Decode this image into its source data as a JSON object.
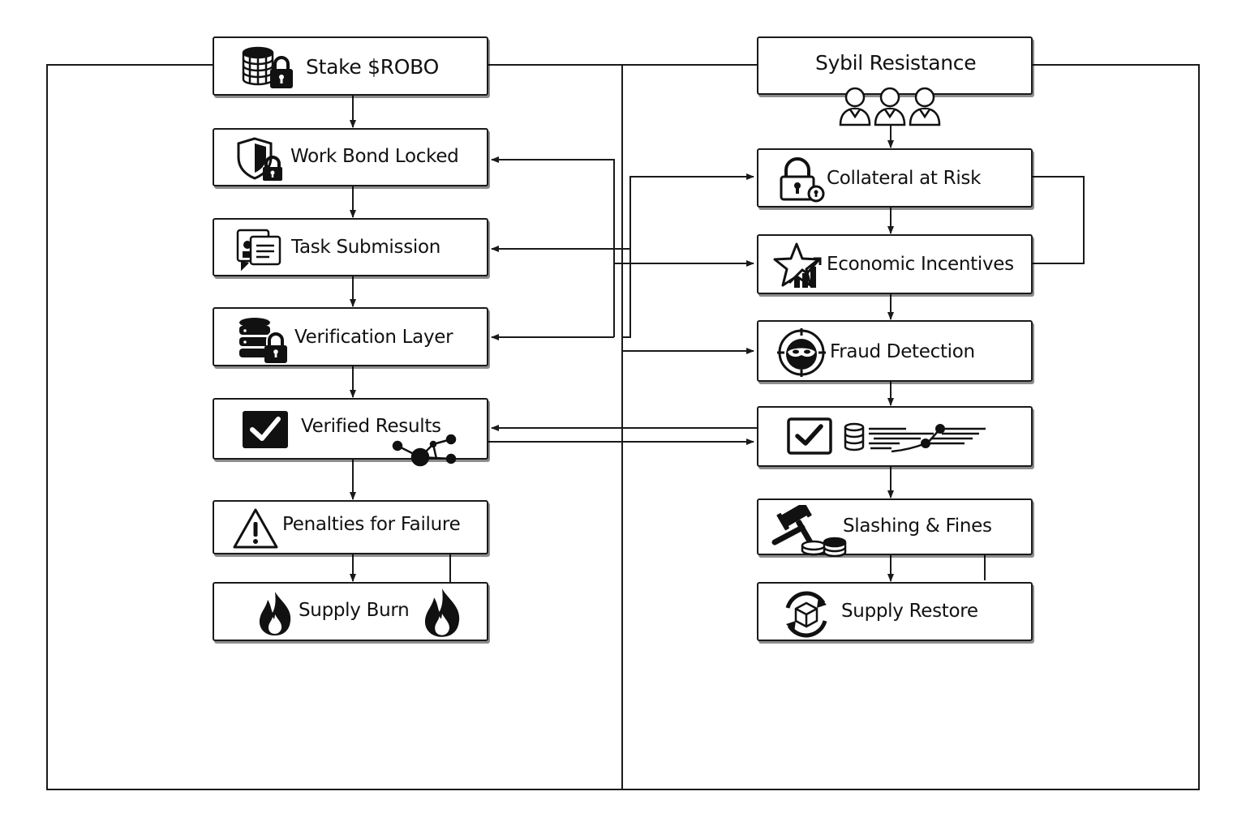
{
  "left_flow": {
    "stake": "Stake $ROBO",
    "work_bond": "Work Bond Locked",
    "task_submission": "Task Submission",
    "verification_layer": "Verification Layer",
    "verified_results": "Verified Results",
    "penalties": "Penalties for Failure",
    "supply_burn": "Supply Burn"
  },
  "right_flow": {
    "sybil": "Sybil Resistance",
    "collateral": "Collateral at Risk",
    "incentives": "Economic Incentives",
    "fraud": "Fraud Detection",
    "verification_ledger": "",
    "slashing": "Slashing & Fines",
    "supply_restore": "Supply Restore"
  },
  "icons": {
    "stake": "coin-stack-lock-icon",
    "work_bond": "shield-lock-icon",
    "task_submission": "document-card-icon",
    "verification_layer": "database-lock-icon",
    "verified_results": "checkbox-network-icon",
    "penalties": "warning-triangle-icon",
    "supply_burn": "flame-icon",
    "sybil": "three-users-icon",
    "collateral": "padlock-icon",
    "incentives": "star-growth-icon",
    "fraud": "masked-target-icon",
    "verification_ledger": "checkbox-database-line-icon",
    "slashing": "gavel-coins-icon",
    "supply_restore": "cube-cycle-icon"
  },
  "colors": {
    "line": "#1a1a1a",
    "background": "#ffffff"
  }
}
